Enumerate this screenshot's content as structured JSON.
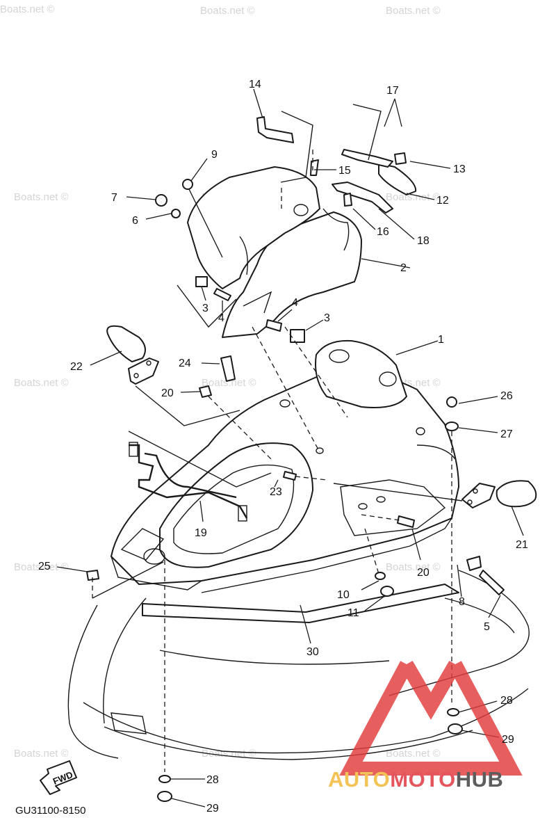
{
  "diagram": {
    "code": "GU31100-8150",
    "direction_label": "FWD",
    "watermark": "Boats.net ©",
    "callouts": [
      {
        "id": "c1",
        "label": "1"
      },
      {
        "id": "c2",
        "label": "2"
      },
      {
        "id": "c3a",
        "label": "3"
      },
      {
        "id": "c3b",
        "label": "3"
      },
      {
        "id": "c4a",
        "label": "4"
      },
      {
        "id": "c4b",
        "label": "4"
      },
      {
        "id": "c5",
        "label": "5"
      },
      {
        "id": "c6",
        "label": "6"
      },
      {
        "id": "c7",
        "label": "7"
      },
      {
        "id": "c8",
        "label": "8"
      },
      {
        "id": "c9",
        "label": "9"
      },
      {
        "id": "c10",
        "label": "10"
      },
      {
        "id": "c11",
        "label": "11"
      },
      {
        "id": "c12",
        "label": "12"
      },
      {
        "id": "c13",
        "label": "13"
      },
      {
        "id": "c14",
        "label": "14"
      },
      {
        "id": "c15",
        "label": "15"
      },
      {
        "id": "c16",
        "label": "16"
      },
      {
        "id": "c17",
        "label": "17"
      },
      {
        "id": "c18",
        "label": "18"
      },
      {
        "id": "c19",
        "label": "19"
      },
      {
        "id": "c20a",
        "label": "20"
      },
      {
        "id": "c20b",
        "label": "20"
      },
      {
        "id": "c21",
        "label": "21"
      },
      {
        "id": "c22",
        "label": "22"
      },
      {
        "id": "c23",
        "label": "23"
      },
      {
        "id": "c24",
        "label": "24"
      },
      {
        "id": "c25",
        "label": "25"
      },
      {
        "id": "c26",
        "label": "26"
      },
      {
        "id": "c27",
        "label": "27"
      },
      {
        "id": "c28a",
        "label": "28"
      },
      {
        "id": "c28b",
        "label": "28"
      },
      {
        "id": "c29a",
        "label": "29"
      },
      {
        "id": "c29b",
        "label": "29"
      },
      {
        "id": "c30",
        "label": "30"
      }
    ]
  },
  "logo": {
    "part1": "AUTO",
    "part2": "MOTO",
    "part3": "HUB",
    "colors": {
      "auto": "#f2b632",
      "moto": "#e0303a",
      "hub": "#3a3a3a",
      "triangle": "#e23b3b"
    }
  }
}
